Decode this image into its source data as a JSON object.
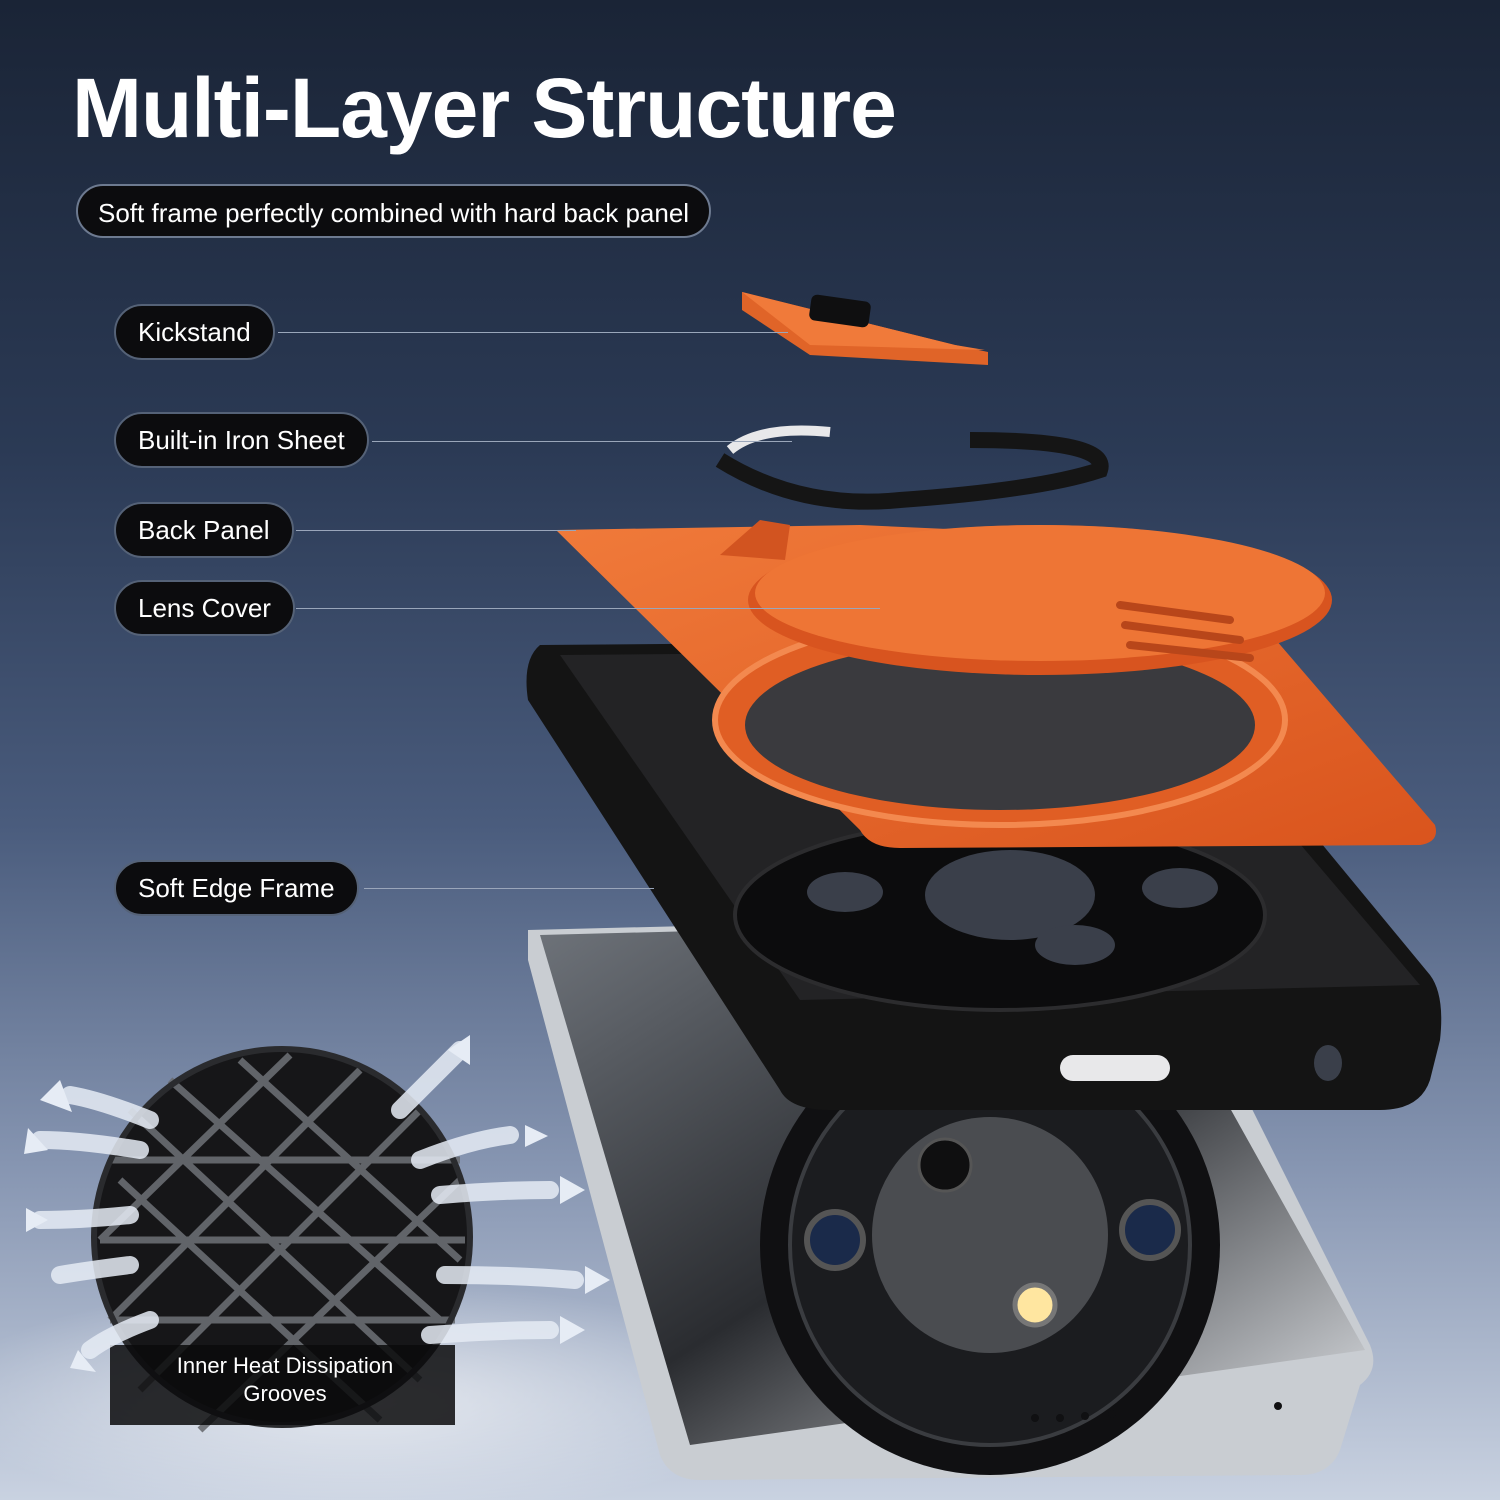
{
  "header": {
    "title": "Multi-Layer Structure",
    "subtitle": "Soft frame perfectly combined with hard back panel"
  },
  "layers": [
    {
      "label": "Kickstand"
    },
    {
      "label": "Built-in Iron Sheet"
    },
    {
      "label": "Back Panel"
    },
    {
      "label": "Lens Cover"
    },
    {
      "label": "Soft Edge Frame"
    }
  ],
  "inset": {
    "label_line1": "Inner Heat Dissipation",
    "label_line2": "Grooves"
  },
  "colors": {
    "accent_orange": "#e8652a",
    "frame_black": "#141414",
    "phone_silver": "#bfc3c8"
  }
}
